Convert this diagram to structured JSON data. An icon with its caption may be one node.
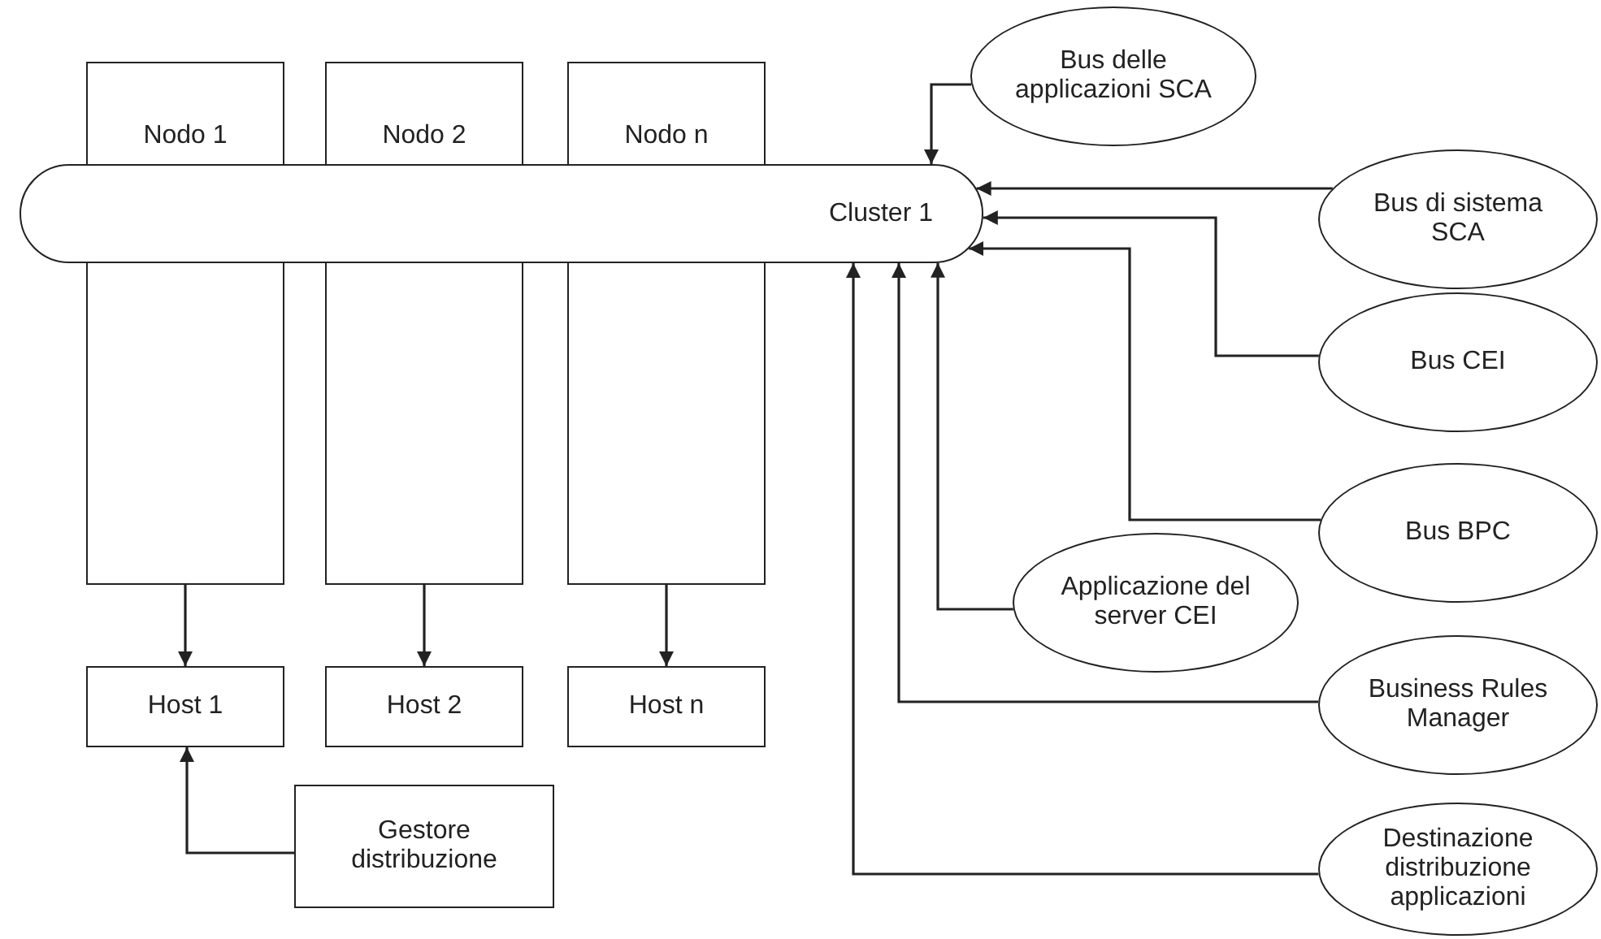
{
  "diagram": {
    "nodes": [
      {
        "text": [
          "Nodo 1"
        ]
      },
      {
        "text": [
          "Nodo 2"
        ]
      },
      {
        "text": [
          "Nodo n"
        ]
      },
      {
        "text": [
          "Cluster 1"
        ]
      },
      {
        "text": [
          "Host 1"
        ]
      },
      {
        "text": [
          "Host 2"
        ]
      },
      {
        "text": [
          "Host n"
        ]
      },
      {
        "text": [
          "Gestore distribuzione"
        ]
      },
      {
        "text": [
          "Bus delle applicazioni SCA"
        ]
      },
      {
        "text": [
          "Bus di sistema SCA"
        ]
      },
      {
        "text": [
          "Bus CEI"
        ]
      },
      {
        "text": [
          "Bus BPC"
        ]
      },
      {
        "text": [
          "Applicazione del server CEI"
        ]
      },
      {
        "text": [
          "Business Rules Manager"
        ]
      },
      {
        "text": [
          "Destinazione distribuzione applicazioni"
        ]
      }
    ],
    "edges": [
      {
        "from": 0,
        "to": 4,
        "arrow": "to"
      },
      {
        "from": 1,
        "to": 5,
        "arrow": "to"
      },
      {
        "from": 2,
        "to": 6,
        "arrow": "to"
      },
      {
        "from": 7,
        "to": 4,
        "arrow": "to"
      },
      {
        "from": 8,
        "to": 3,
        "arrow": "to"
      },
      {
        "from": 9,
        "to": 3,
        "arrow": "to"
      },
      {
        "from": 10,
        "to": 3,
        "arrow": "to"
      },
      {
        "from": 11,
        "to": 3,
        "arrow": "to"
      },
      {
        "from": 12,
        "to": 3,
        "arrow": "to"
      },
      {
        "from": 13,
        "to": 3,
        "arrow": "to"
      },
      {
        "from": 14,
        "to": 3,
        "arrow": "to"
      }
    ]
  }
}
